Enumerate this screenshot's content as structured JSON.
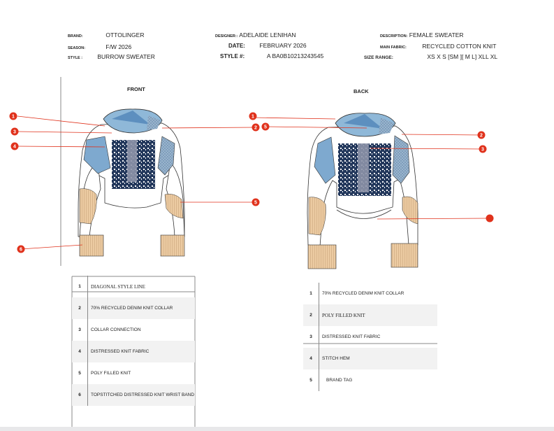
{
  "header": {
    "brand_label": "BRAND:",
    "brand": "OTTOLINGER",
    "season_label": "SEASON:",
    "season": "F/W 2026",
    "style_label": "STYLE :",
    "style": "BURROW SWEATER",
    "designer_label": "DESIGNER::",
    "designer": "ADELAIDE LENIHAN",
    "date_label": "DATE:",
    "date": "FEBRUARY 2026",
    "style_no_label": "STYLE #:",
    "style_no": "A BA0B10213243545",
    "description_label": "DESCRIPTION:",
    "description": "FEMALE SWEATER",
    "fabric_label": "MAIN FABRIC:",
    "fabric": "RECYCLED COTTON KNIT",
    "size_label": "SIZE RANGE:",
    "sizes": "XS X S [SM ][ M L] XLL XL"
  },
  "views": {
    "front": "FRONT",
    "back": "BACK"
  },
  "front_callouts": [
    "1",
    "3",
    "4",
    "6",
    "2",
    "5"
  ],
  "back_callouts": [
    "1",
    "5",
    "2",
    "3"
  ],
  "colors": {
    "callout": "#e0321c",
    "denim_light": "#8fb8d8",
    "denim_mid": "#5d8fbf",
    "navy": "#23385c",
    "rib": "#ecc9a0"
  },
  "front_legend": [
    {
      "n": "1",
      "text": "DIAGONAL STYLE LINE"
    },
    {
      "n": "2",
      "text": "70% RECYCLED DENIM KNIT COLLAR"
    },
    {
      "n": "3",
      "text": "COLLAR CONNECTION"
    },
    {
      "n": "4",
      "text": "DISTRESSED KNIT FABRIC"
    },
    {
      "n": "5",
      "text": "POLY FILLED KNIT"
    },
    {
      "n": "6",
      "text": "TOPSTITCHED DISTRESSED KNIT WRIST BAND"
    }
  ],
  "back_legend": [
    {
      "n": "1",
      "text": "70% RECYCLED DENIM KNIT COLLAR"
    },
    {
      "n": "2",
      "text": "POLY FILLED KNIT"
    },
    {
      "n": "3",
      "text": "DISTRESSED KNIT FABRIC"
    },
    {
      "n": "4",
      "text": "STITCH HEM"
    },
    {
      "n": "5",
      "text": "BRAND TAG"
    }
  ]
}
